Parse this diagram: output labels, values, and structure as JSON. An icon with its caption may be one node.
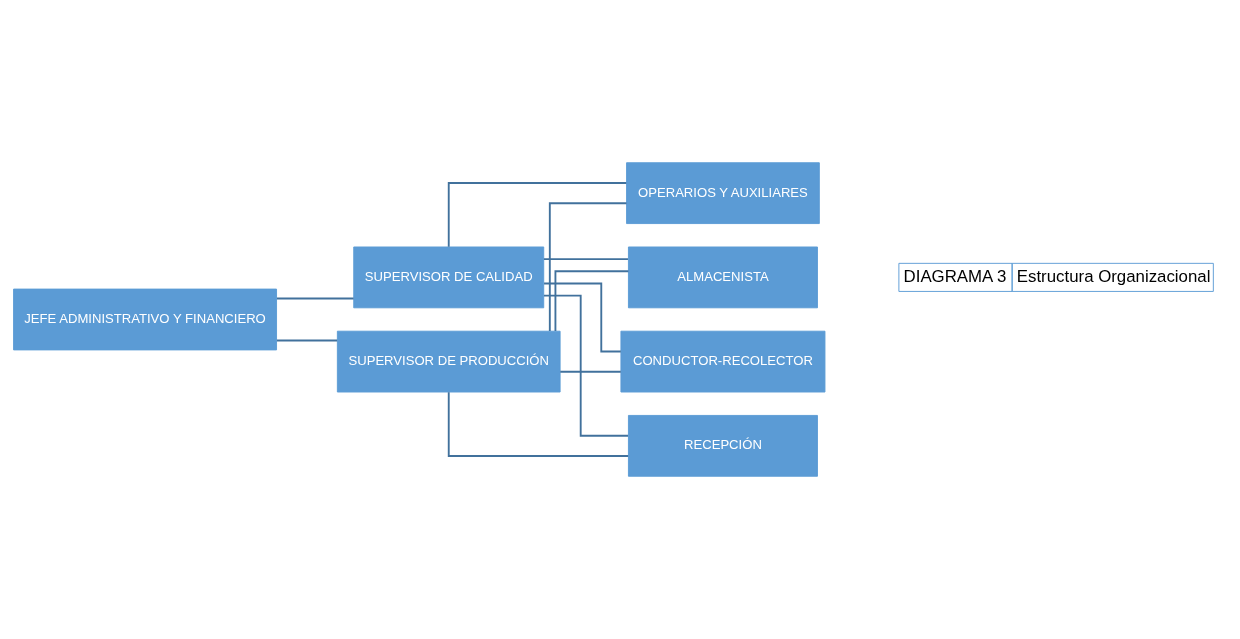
{
  "diagram": {
    "nodes": [
      {
        "text": [
          "JEFE ADMINISTRATIVO Y FINANCIERO"
        ]
      },
      {
        "text": [
          "SUPERVISOR DE CALIDAD"
        ]
      },
      {
        "text": [
          "SUPERVISOR DE PRODUCCIÓN"
        ]
      },
      {
        "text": [
          "CONDUCTOR-RECOLECTOR"
        ]
      },
      {
        "text": [
          "RECEPCIÓN"
        ]
      },
      {
        "text": [
          "OPERARIOS Y AUXILIARES"
        ]
      },
      {
        "text": [
          "ALMACENISTA"
        ]
      }
    ],
    "edges": [
      {
        "from": 0,
        "to": 1,
        "arrow": "none"
      },
      {
        "from": 0,
        "to": 2,
        "arrow": "none"
      },
      {
        "from": 1,
        "to": 3,
        "arrow": "none"
      },
      {
        "from": 1,
        "to": 4,
        "arrow": "none"
      },
      {
        "from": 1,
        "to": 5,
        "arrow": "none"
      },
      {
        "from": 1,
        "to": 6,
        "arrow": "none"
      },
      {
        "from": 2,
        "to": 3,
        "arrow": "none"
      },
      {
        "from": 2,
        "to": 4,
        "arrow": "none"
      },
      {
        "from": 2,
        "to": 5,
        "arrow": "none"
      },
      {
        "from": 2,
        "to": 6,
        "arrow": "none"
      }
    ],
    "labels": [
      "DIAGRAMA 3",
      "Estructura Organizacional"
    ]
  }
}
